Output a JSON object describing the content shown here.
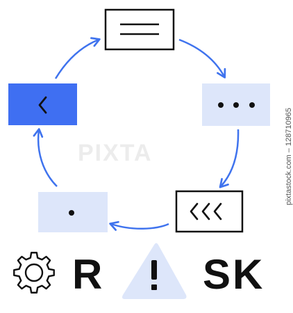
{
  "word": {
    "left": "R",
    "right": "SK"
  },
  "alert_symbol": "!",
  "watermark": "PIXTA",
  "credit": "pixtastock.com – 128710965",
  "cycle": {
    "top_box": {
      "icon": "menu-lines-icon"
    },
    "right_box": {
      "text": "• • •"
    },
    "bottom_right_box": {
      "text": "<<<"
    },
    "bottom_left_box": {
      "text": "•"
    },
    "left_box": {
      "text": "<"
    }
  },
  "colors": {
    "accent": "#3f73ee",
    "highlight_fill": "#3f6ff2",
    "soft_fill": "#dde6fa",
    "ink": "#111111"
  }
}
